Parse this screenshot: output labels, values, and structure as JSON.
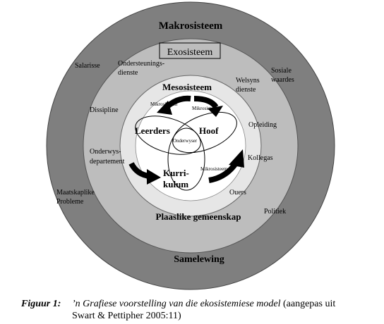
{
  "rings": {
    "makrosisteem": "Makrosisteem",
    "exosisteem": "Exosisteem",
    "mesosisteem": "Mesosisteem",
    "samelewing": "Samelewing",
    "plaaslike_gemeenskap": "Plaaslike gemeenskap"
  },
  "outer_labels": {
    "salarisse": "Salarisse",
    "sosiale_1": "Sosiale",
    "sosiale_2": "waardes",
    "maatskaplike_1": "Maatskaplike",
    "maatskaplike_2": "Probleme",
    "politiek": "Politiek"
  },
  "middle_labels": {
    "ondersteunings_1": "Ondersteunings-",
    "ondersteunings_2": "dienste",
    "welsyns_1": "Welsyns",
    "welsyns_2": "dienste",
    "dissipline": "Dissipline",
    "opleiding": "Opleiding",
    "onderwys_1": "Onderwys-",
    "onderwys_2": "departement",
    "kollegas": "Kollegas",
    "ouers": "Ouers"
  },
  "inner_labels": {
    "mikro_left": "Mikrosisteem",
    "mikro_right": "Mikrosisteem",
    "mikro_bottom": "Mikrosisteem",
    "leerders": "Leerders",
    "hoof": "Hoof",
    "onderwyser": "Onderwyser",
    "kurri_1": "Kurri-",
    "kurri_2": "kulum"
  },
  "caption": {
    "figure": "Figuur 1:",
    "title": "’n Grafiese voorstelling van die ekosistemiese model",
    "source_1": "(aangepas uit",
    "source_2": "Swart & Pettipher 2005:11)"
  },
  "colors": {
    "outer_ring": "#7f7f7f",
    "middle_ring": "#bdbdbd",
    "inner_ring": "#e6e6e6",
    "core": "#ffffff",
    "arrow": "#000000"
  }
}
